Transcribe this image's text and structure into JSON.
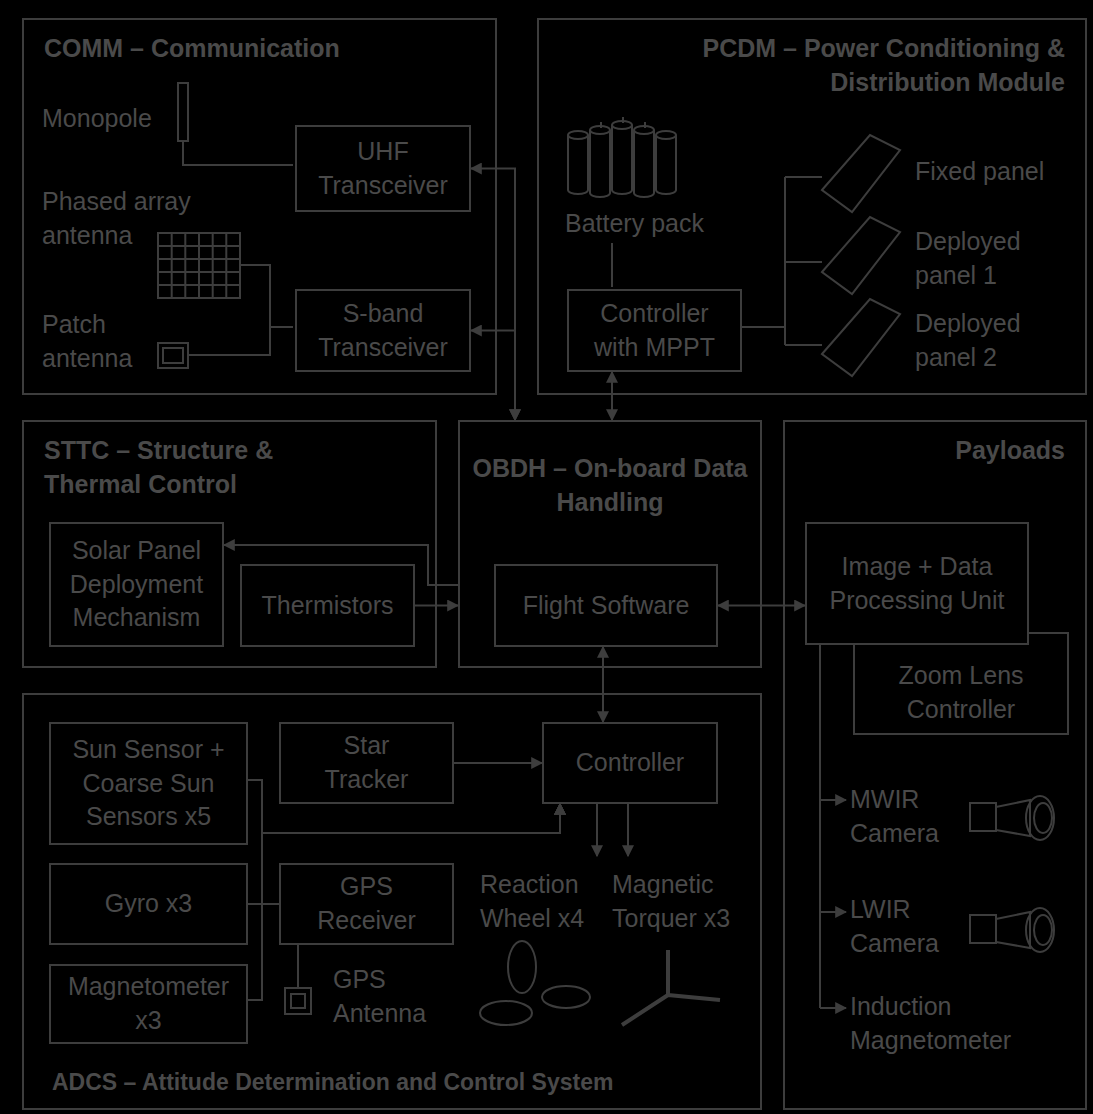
{
  "diagram": {
    "nodes": [
      {
        "text": [
          "COMM – Communication"
        ]
      },
      {
        "text": [
          "UHF Transceiver"
        ],
        "in": 0
      },
      {
        "text": [
          "S-band Transceiver"
        ],
        "in": 0
      },
      {
        "text": [
          "PCDM – Power Conditioning & Distribution Module"
        ]
      },
      {
        "text": [
          "Controller with MPPT"
        ],
        "in": 3
      },
      {
        "text": [
          "STTC – Structure & Thermal Control"
        ]
      },
      {
        "text": [
          "Solar Panel Deployment Mechanism"
        ],
        "in": 5
      },
      {
        "text": [
          "Thermistors"
        ],
        "in": 5
      },
      {
        "text": [
          "OBDH – On-board Data Handling"
        ]
      },
      {
        "text": [
          "Flight Software"
        ],
        "in": 8
      },
      {
        "text": [
          "Payloads"
        ]
      },
      {
        "text": [
          "Image + Data Processing Unit"
        ],
        "in": 10
      },
      {
        "text": [
          "Zoom Lens Controller"
        ],
        "in": 10
      },
      {
        "text": [
          "ADCS – Attitude Determination and Control System"
        ]
      },
      {
        "text": [
          "Sun Sensor + Coarse Sun Sensors x5"
        ],
        "in": 13
      },
      {
        "text": [
          "Star Tracker"
        ],
        "in": 13
      },
      {
        "text": [
          "Controller"
        ],
        "in": 13
      },
      {
        "text": [
          "Gyro x3"
        ],
        "in": 13
      },
      {
        "text": [
          "GPS Receiver"
        ],
        "in": 13
      },
      {
        "text": [
          "Magnetometer x3"
        ],
        "in": 13
      }
    ],
    "edges": [
      {
        "from": 8,
        "to": 1,
        "arrow": "both"
      },
      {
        "from": 8,
        "to": 2,
        "arrow": "both"
      },
      {
        "from": 4,
        "to": 8,
        "arrow": "both"
      },
      {
        "from": 8,
        "to": 6,
        "arrow": "to"
      },
      {
        "from": 7,
        "to": 8,
        "arrow": "to"
      },
      {
        "from": 9,
        "to": 11,
        "arrow": "both"
      },
      {
        "from": 9,
        "to": 16,
        "arrow": "both"
      },
      {
        "from": 15,
        "to": 16,
        "arrow": "to"
      },
      {
        "from": 14,
        "to": 16,
        "arrow": "to"
      },
      {
        "from": 17,
        "to": 16,
        "arrow": "to"
      },
      {
        "from": 18,
        "to": 16,
        "arrow": "to"
      },
      {
        "from": 19,
        "to": 16,
        "arrow": "to"
      }
    ],
    "labels": [
      "Monopole",
      "Phased array antenna",
      "Patch antenna",
      "Battery pack",
      "Fixed panel",
      "Deployed panel 1",
      "Deployed panel 2",
      "Reaction Wheel x4",
      "Magnetic Torquer x3",
      "GPS Antenna",
      "MWIR Camera",
      "LWIR Camera",
      "Induction Magnetometer"
    ]
  }
}
